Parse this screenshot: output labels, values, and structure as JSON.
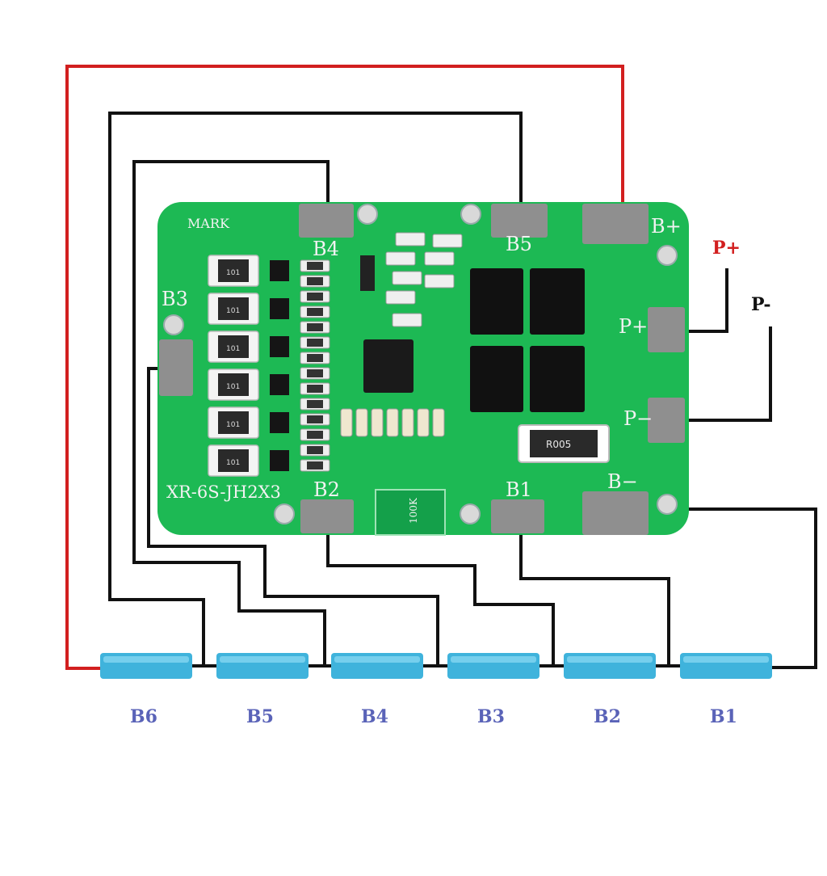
{
  "colors": {
    "background": "#ffffff",
    "pcb": "#1db954",
    "pcb_dark": "#14a04a",
    "pad": "#8f8f8f",
    "wire_positive": "#d21f1f",
    "wire_default": "#111111",
    "cell": "#3fb3dc",
    "cell_label": "#5a63b8",
    "p_plus_label": "#d21f1f",
    "p_minus_label": "#111111"
  },
  "board": {
    "mark_label": "MARK",
    "model_label": "XR-6S-JH2X3",
    "resistor_label": "100K",
    "shunt_label": "R005",
    "chip_marking": "101",
    "pad_labels": {
      "b_plus": "B+",
      "b_minus": "B−",
      "p_plus": "P+",
      "p_minus": "P−",
      "b1": "B1",
      "b2": "B2",
      "b3": "B3",
      "b4": "B4",
      "b5": "B5"
    }
  },
  "external_labels": {
    "p_plus": "P+",
    "p_minus": "P-"
  },
  "cells": [
    {
      "label": "B6"
    },
    {
      "label": "B5"
    },
    {
      "label": "B4"
    },
    {
      "label": "B3"
    },
    {
      "label": "B2"
    },
    {
      "label": "B1"
    }
  ]
}
